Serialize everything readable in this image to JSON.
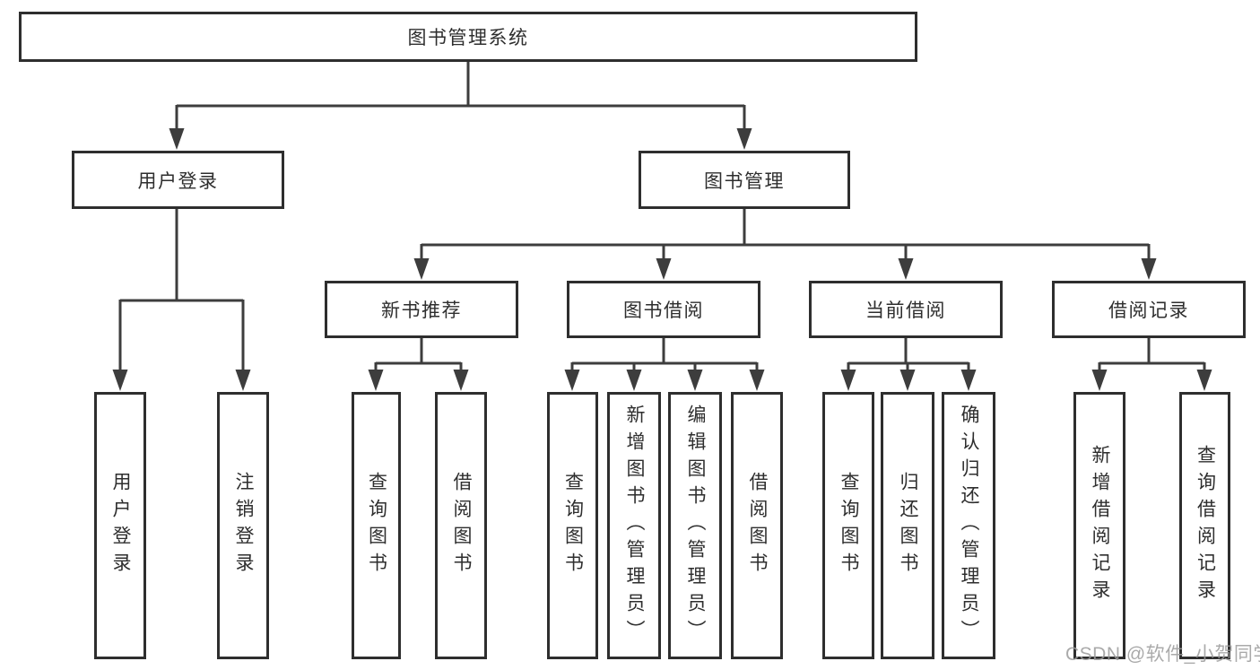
{
  "colors": {
    "line": "#3d3d3d",
    "box_border": "#2e2e2e",
    "text": "#2e2e2e",
    "watermark": "#9c9c9c",
    "background": "#ffffff"
  },
  "root": {
    "label": "图书管理系统"
  },
  "user_login": {
    "label": "用户登录",
    "children": [
      "用户登录",
      "注销登录"
    ]
  },
  "book_management": {
    "label": "图书管理",
    "sections": [
      {
        "label": "新书推荐",
        "children": [
          "查询图书",
          "借阅图书"
        ]
      },
      {
        "label": "图书借阅",
        "children": [
          "查询图书",
          "新增图书（管理员）",
          "编辑图书（管理员）",
          "借阅图书"
        ]
      },
      {
        "label": "当前借阅",
        "children": [
          "查询图书",
          "归还图书",
          "确认归还（管理员）"
        ]
      },
      {
        "label": "借阅记录",
        "children": [
          "新增借阅记录",
          "查询借阅记录"
        ]
      }
    ]
  },
  "watermark": "CSDN @软件_小贺同学"
}
